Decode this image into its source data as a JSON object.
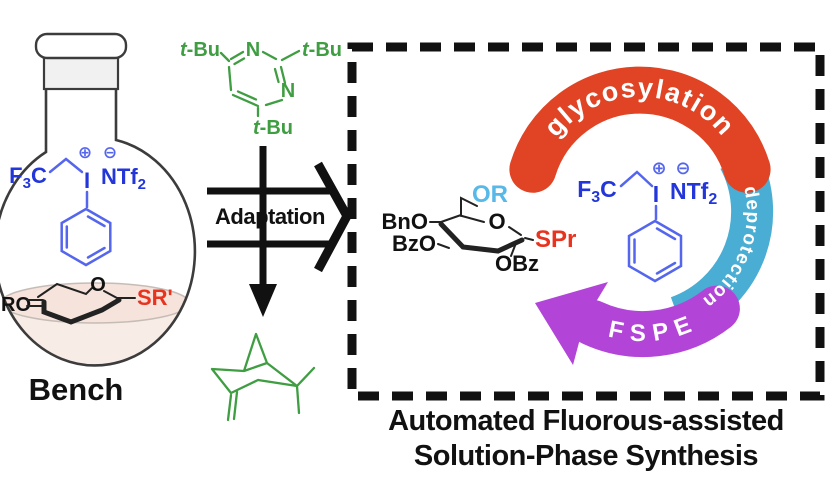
{
  "colors": {
    "ink": "#111111",
    "flask-line": "#3c3c3c",
    "joint-fill": "#f1f1f1",
    "liquid": "#f8ece6",
    "liquid-surface": "#f5e3dc",
    "liquid-edge": "#c6bcb6",
    "struct": "#222222",
    "blue-text": "#2336d9",
    "blue-line": "#5566ee",
    "green": "#3f9d42",
    "red-arc": "#e04424",
    "cyan-arc": "#4aadd3",
    "purple": "#b244d8",
    "red-text": "#e8331f",
    "cyan-text": "#58b8e8"
  },
  "reagent": {
    "f": "F",
    "three": "3",
    "c": "C",
    "plus": "⊕",
    "minus": "⊖",
    "iodine": "I",
    "ntf": "NTf",
    "two": "2"
  },
  "flask": {
    "ro": "RO",
    "ring_o": "O",
    "sr": "SR'",
    "label": "Bench"
  },
  "pyrimidine": {
    "n1": "N",
    "n2": "N",
    "t": "t",
    "bu": "-Bu"
  },
  "adaptation": {
    "label": "Adaptation"
  },
  "cycle": {
    "glycosylation": "glycosylation",
    "deprotection": "deprotection",
    "fspe": "FSPE"
  },
  "product": {
    "or": "OR",
    "ring_o": "O",
    "bno": "BnO",
    "bzo": "BzO",
    "obz": "OBz",
    "spr": "SPr"
  },
  "caption": {
    "line1": "Automated Fluorous-assisted",
    "line2": "Solution-Phase Synthesis"
  }
}
